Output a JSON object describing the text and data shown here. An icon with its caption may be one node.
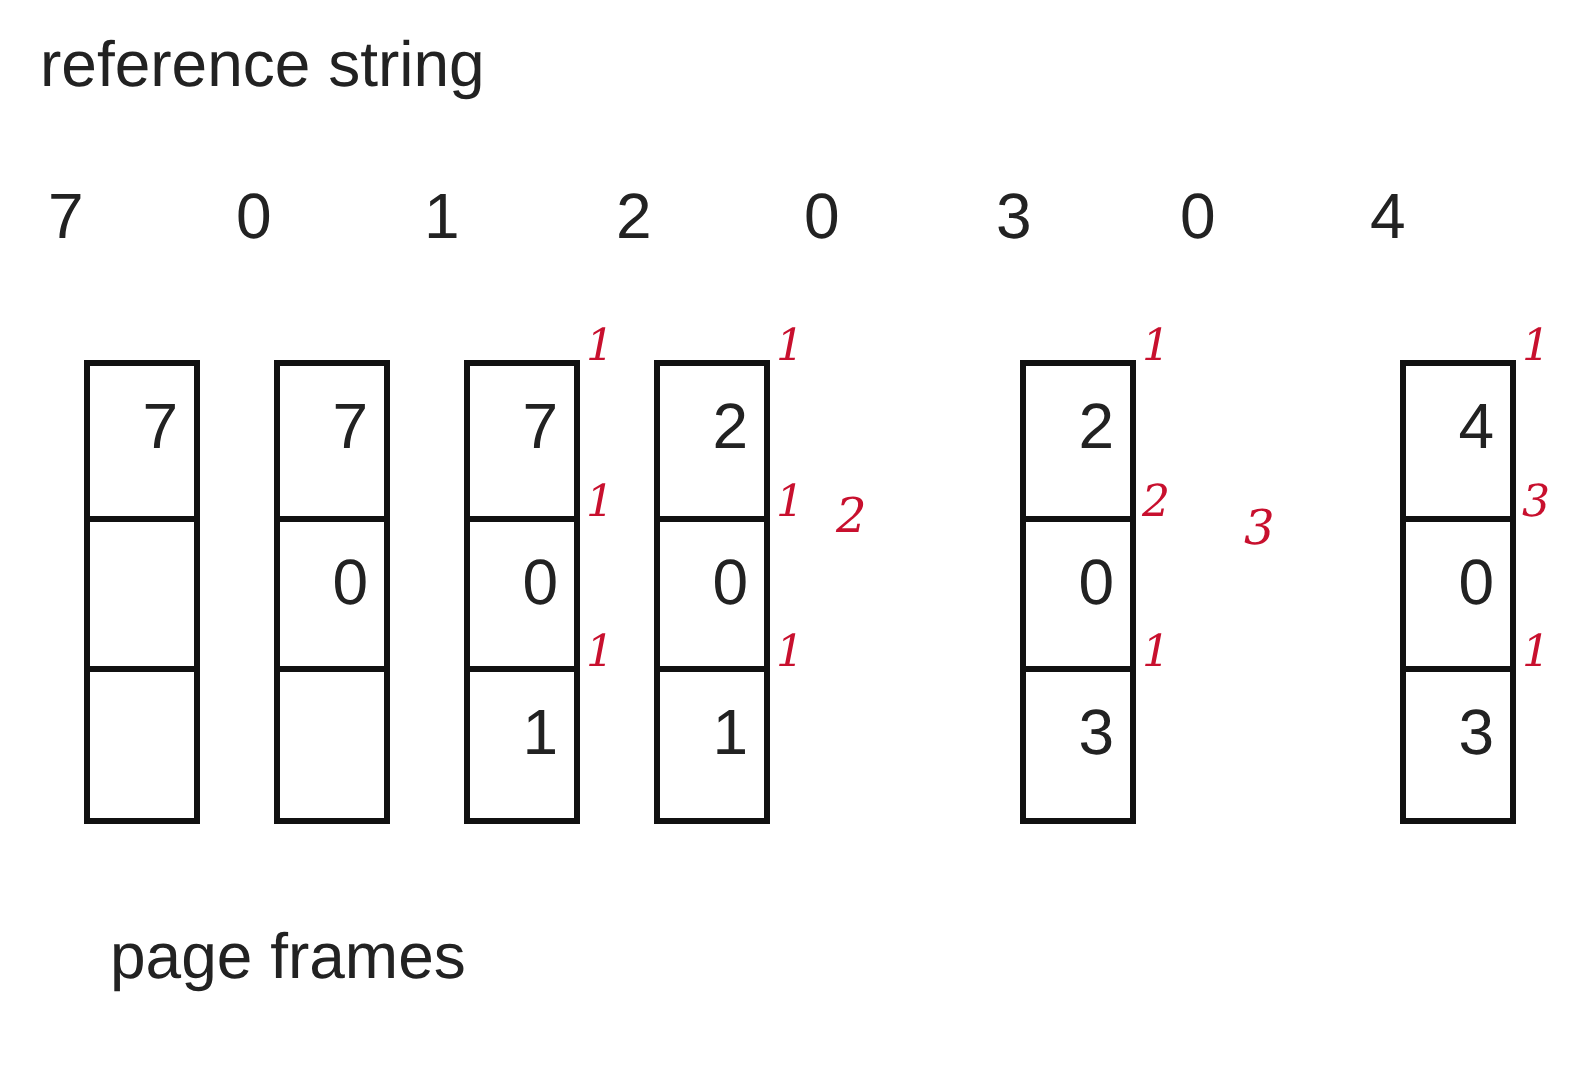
{
  "diagram": {
    "nodes": [
      {
        "text": [],
        "shape": "box"
      },
      {
        "text": [
          "7"
        ],
        "in": 0
      },
      {
        "text": [],
        "shape": "box",
        "in": 0
      },
      {
        "text": [],
        "shape": "box",
        "in": 0
      },
      {
        "text": [],
        "shape": "box"
      },
      {
        "text": [
          "7"
        ],
        "in": 4
      },
      {
        "text": [
          "0"
        ],
        "in": 4
      },
      {
        "text": [],
        "shape": "box",
        "in": 4
      },
      {
        "text": [],
        "shape": "box"
      },
      {
        "text": [
          "7"
        ],
        "in": 8,
        "beside": [
          "1"
        ]
      },
      {
        "text": [
          "0"
        ],
        "in": 8,
        "beside": [
          "1"
        ]
      },
      {
        "text": [
          "1"
        ],
        "in": 8,
        "beside": [
          "1"
        ]
      },
      {
        "text": [],
        "shape": "box"
      },
      {
        "text": [
          "2"
        ],
        "in": 12,
        "beside": [
          "1"
        ]
      },
      {
        "text": [
          "0"
        ],
        "in": 12,
        "beside": [
          "1"
        ]
      },
      {
        "text": [
          "1"
        ],
        "in": 12,
        "beside": [
          "1"
        ]
      },
      {
        "text": [],
        "shape": "box"
      },
      {
        "text": [
          "2"
        ],
        "in": 16,
        "beside": [
          "1"
        ]
      },
      {
        "text": [
          "0"
        ],
        "in": 16,
        "beside": [
          "2"
        ]
      },
      {
        "text": [
          "3"
        ],
        "in": 16,
        "beside": [
          "1"
        ]
      },
      {
        "text": [],
        "shape": "box"
      },
      {
        "text": [
          "4"
        ],
        "in": 20,
        "beside": [
          "1"
        ]
      },
      {
        "text": [
          "0"
        ],
        "in": 20,
        "beside": [
          "3"
        ]
      },
      {
        "text": [
          "3"
        ],
        "in": 20,
        "beside": [
          "1"
        ]
      }
    ],
    "labels": [
      "reference string",
      "7",
      "0",
      "1",
      "2",
      "0",
      "3",
      "0",
      "4",
      "2",
      "3",
      "page frames"
    ]
  }
}
